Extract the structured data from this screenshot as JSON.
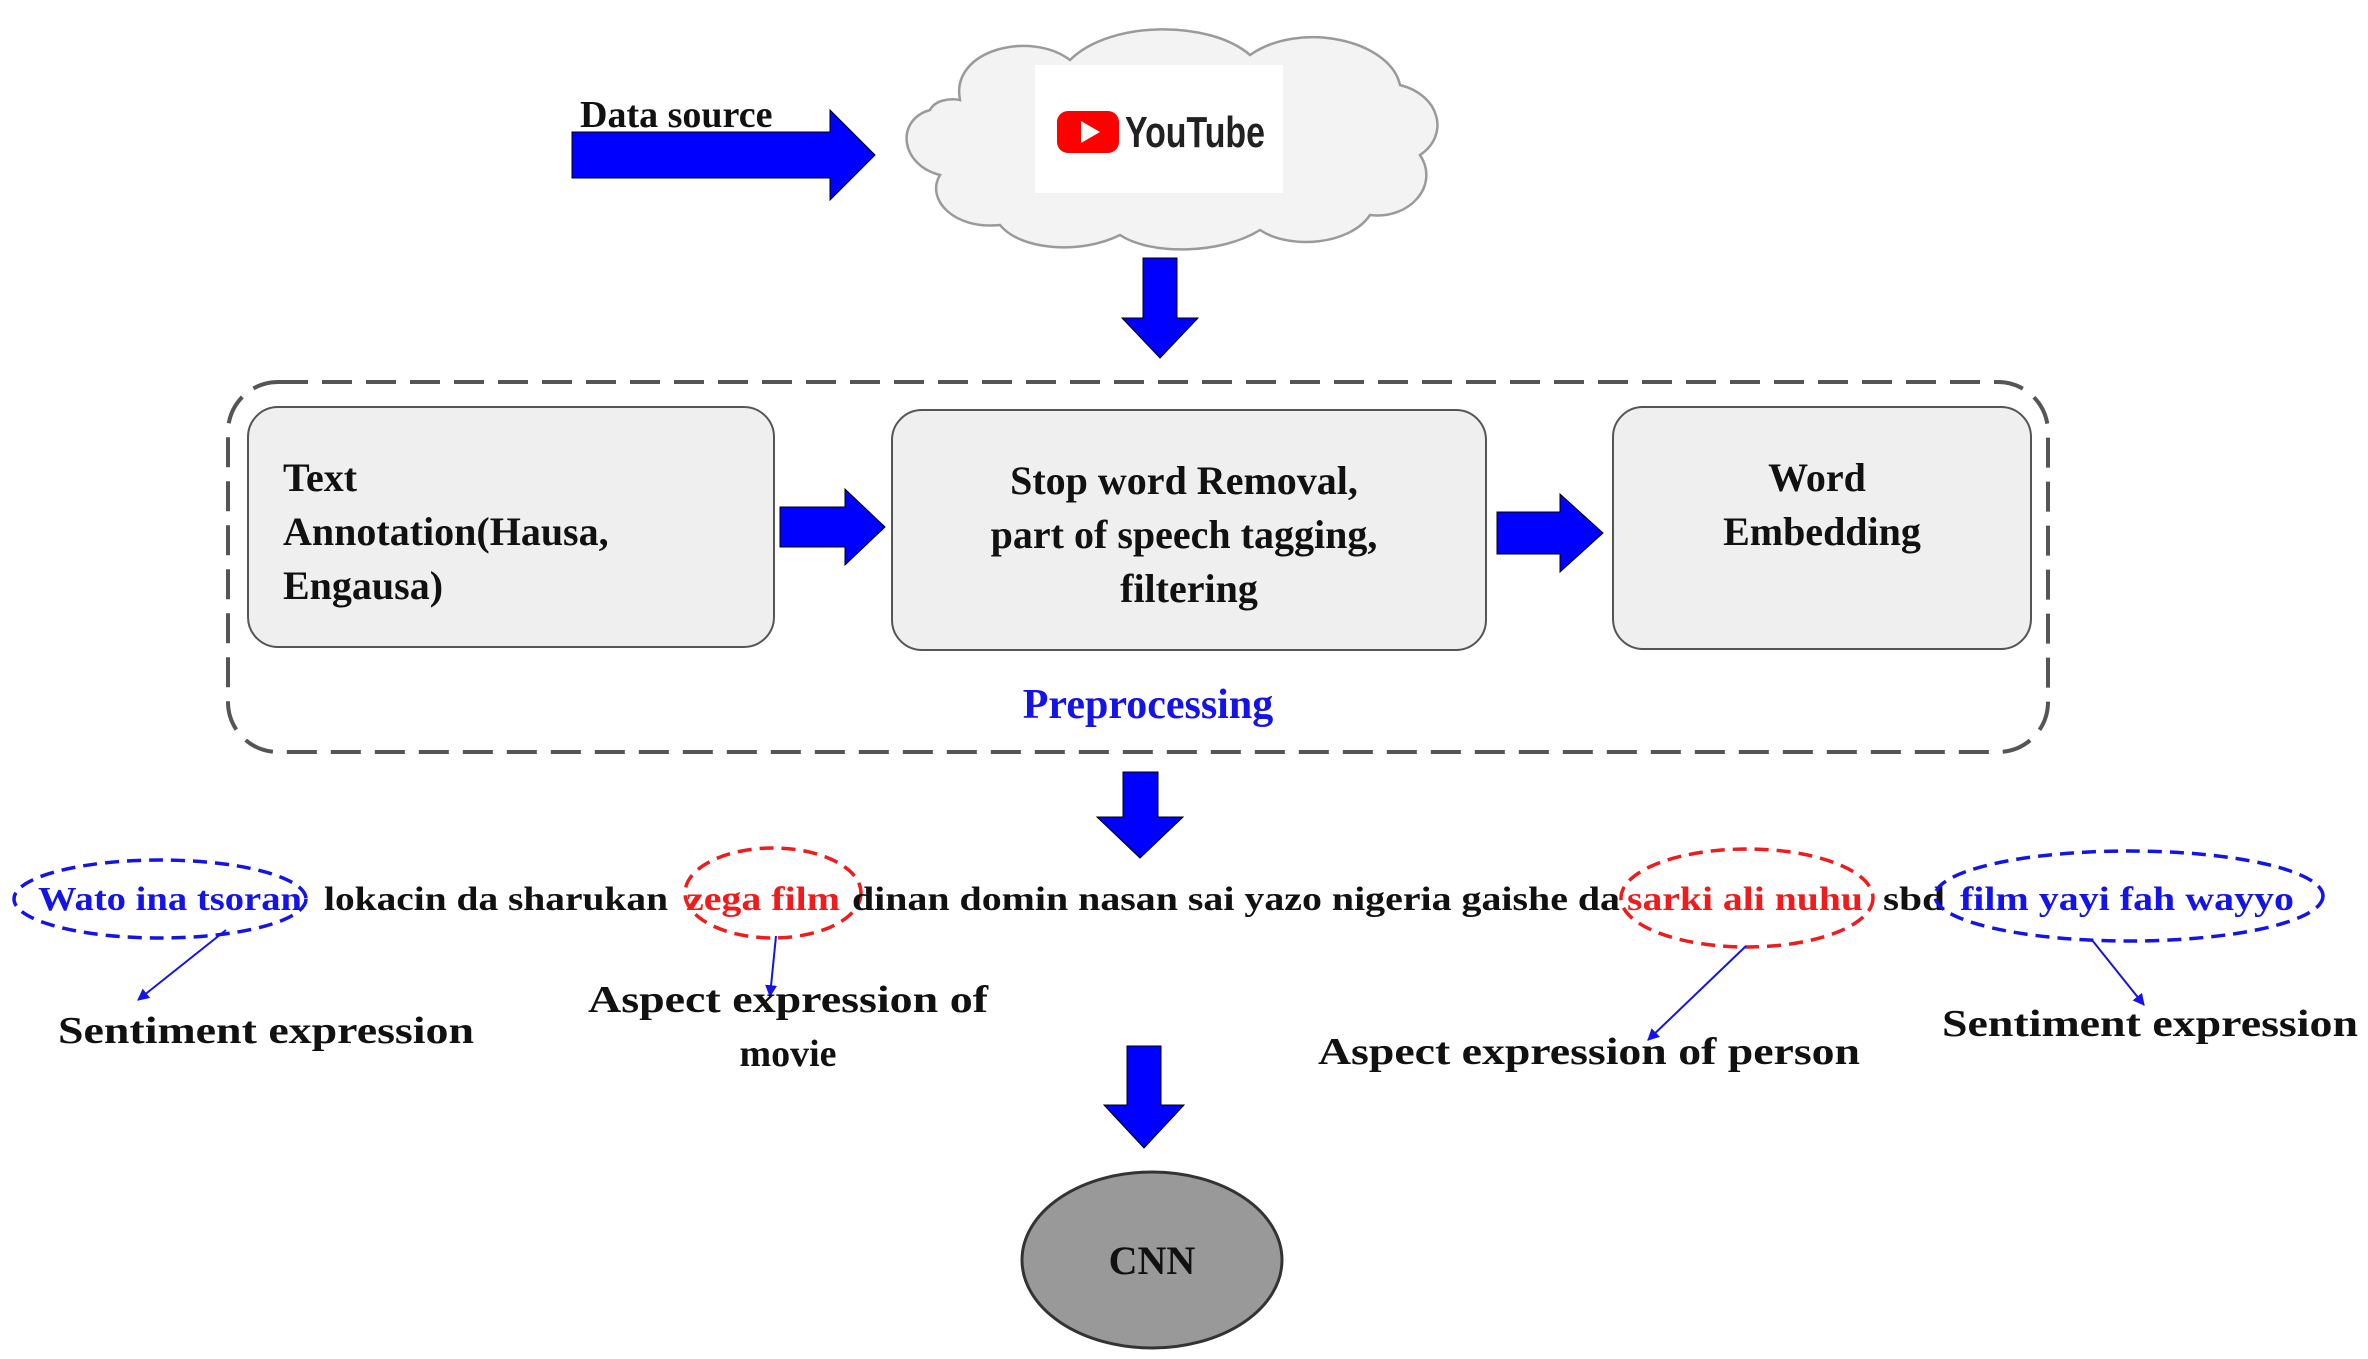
{
  "data_source": {
    "label": "Data source"
  },
  "source": {
    "logo_text": "YouTube",
    "brand_color": "#ff0000"
  },
  "preprocessing": {
    "label": "Preprocessing",
    "steps": [
      {
        "lines": [
          "Text",
          "Annotation(Hausa,",
          "Engausa)"
        ]
      },
      {
        "lines": [
          "Stop word Removal,",
          "part of speech tagging,",
          "filtering"
        ]
      },
      {
        "lines": [
          "Word",
          "Embedding"
        ]
      }
    ]
  },
  "example_sentence": {
    "segments": [
      {
        "text": "Wato ina tsoran",
        "role": "sentiment"
      },
      {
        "text": "lokacin da sharukan",
        "role": "plain"
      },
      {
        "text": "zega film",
        "role": "aspect"
      },
      {
        "text": "dinan domin nasan sai yazo  nigeria gaishe da",
        "role": "plain"
      },
      {
        "text": "sarki ali nuhu",
        "role": "aspect"
      },
      {
        "text": "sbd",
        "role": "plain"
      },
      {
        "text": "film yayi fah wayyo",
        "role": "sentiment"
      }
    ]
  },
  "annotations": {
    "sentiment_left": "Sentiment expression",
    "aspect_movie_line1": "Aspect expression of",
    "aspect_movie_line2": "movie",
    "aspect_person": "Aspect expression of person",
    "sentiment_right": "Sentiment expression"
  },
  "model": {
    "label": "CNN"
  },
  "colors": {
    "arrow": "#0000ff",
    "sentiment": "#1414e6",
    "aspect": "#ee1c1c",
    "box_fill": "#efefef",
    "cnn_fill": "#999999"
  }
}
